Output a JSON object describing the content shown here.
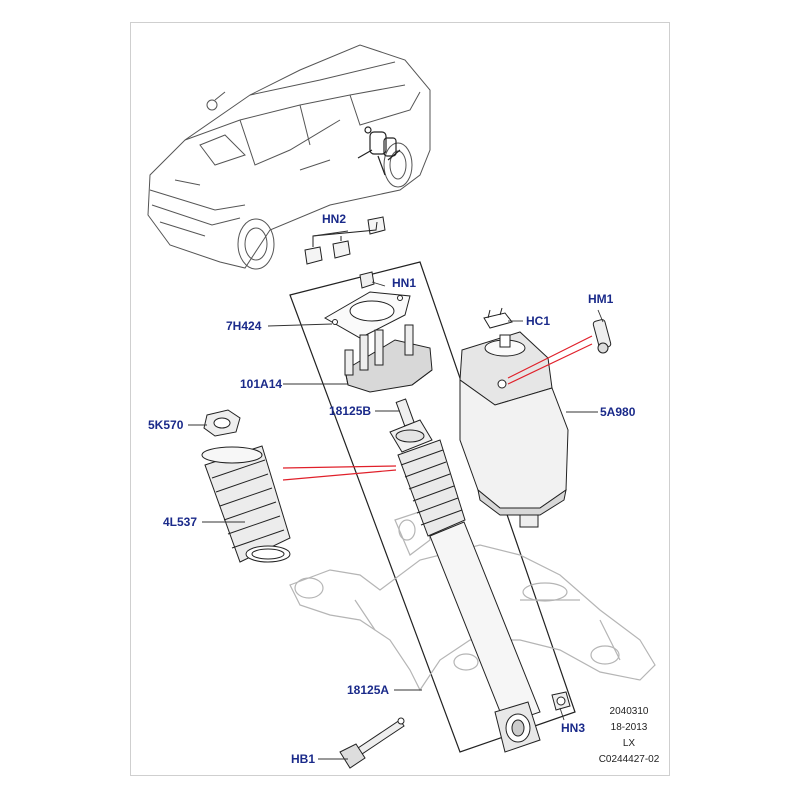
{
  "callouts": {
    "hn2": "HN2",
    "hn1": "HN1",
    "h7424": "7H424",
    "a101_14": "101A14",
    "b18125": "18125B",
    "k5570": "5K570",
    "l4537": "4L537",
    "a18125": "18125A",
    "hb1": "HB1",
    "hn3": "HN3",
    "hm1": "HM1",
    "hc1": "HC1",
    "a5980": "5A980"
  },
  "stamp": {
    "line1": "2040310",
    "line2": "18-2013",
    "line3": "LX",
    "line4": "C0244427-02"
  },
  "colors": {
    "callout_text": "#1a2a8a",
    "leader_red": "#e0202a",
    "line_art": "#333333",
    "ghost_art": "#b5b5b5"
  }
}
